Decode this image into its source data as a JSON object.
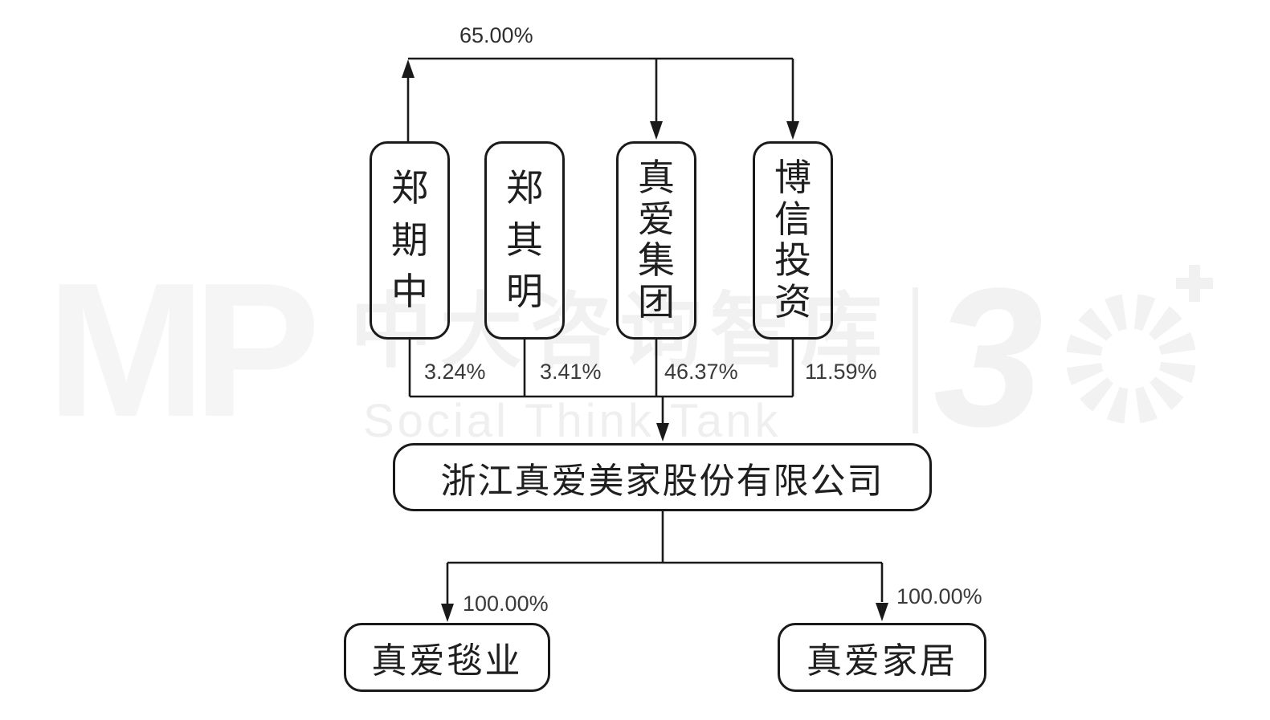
{
  "colors": {
    "line": "#1a1a1a",
    "box_border": "#1a1a1a",
    "node_text": "#1f1f1f",
    "percent_text": "#3a3a3a",
    "watermark_light": "#f5f5f5",
    "watermark_mid": "#f1f1f1",
    "background": "#ffffff"
  },
  "watermark": {
    "mp_logo": "MP",
    "cn_text": "中大咨询智库",
    "en_text": "Social Think Tank",
    "divider": "|",
    "three_text": "3",
    "pinwheel_icon": "sunburst-pinwheel",
    "plus_icon": "plus"
  },
  "diagram": {
    "top_ownership_label": "65.00%",
    "shareholders": [
      {
        "name": "郑期中",
        "pct": "3.24%"
      },
      {
        "name": "郑其明",
        "pct": "3.41%"
      },
      {
        "name": "真爱集团",
        "pct": "46.37%"
      },
      {
        "name": "博信投资",
        "pct": "11.59%"
      }
    ],
    "company": {
      "name": "浙江真爱美家股份有限公司"
    },
    "subsidiaries": [
      {
        "name": "真爱毯业",
        "pct": "100.00%"
      },
      {
        "name": "真爱家居",
        "pct": "100.00%"
      }
    ]
  }
}
